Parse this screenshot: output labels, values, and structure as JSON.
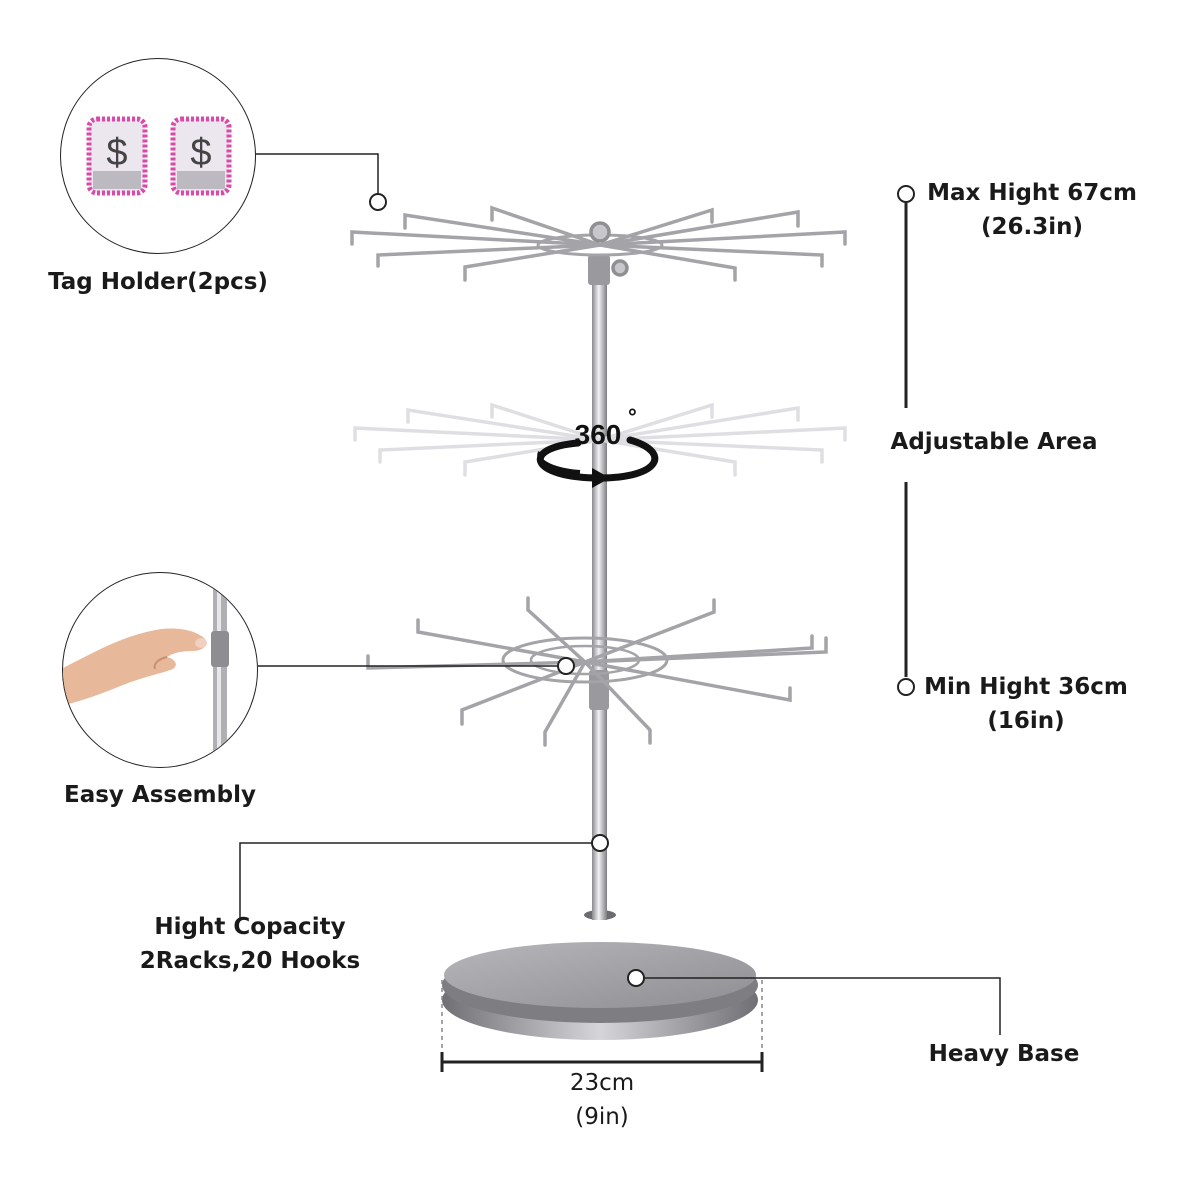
{
  "labels": {
    "tag_holder": "Tag Holder(2pcs)",
    "easy_assembly": "Easy Assembly",
    "capacity_line1": "Hight Copacity",
    "capacity_line2": "2Racks,20 Hooks",
    "max_height_line1": "Max Hight 67cm",
    "max_height_line2": "(26.3in)",
    "adjustable_area": "Adjustable Area",
    "min_height_line1": "Min Hight 36cm",
    "min_height_line2": "(16in)",
    "heavy_base": "Heavy Base",
    "width_line1": "23cm",
    "width_line2": "(9in)",
    "rotation_value": "360",
    "rotation_unit": "°",
    "tag_symbol": "$"
  },
  "colors": {
    "tag_border": "#d94aa8",
    "tag_face": "#ece6ee",
    "metal": "#b4b4b8",
    "base": "#9c9ca1",
    "line": "#222222"
  }
}
